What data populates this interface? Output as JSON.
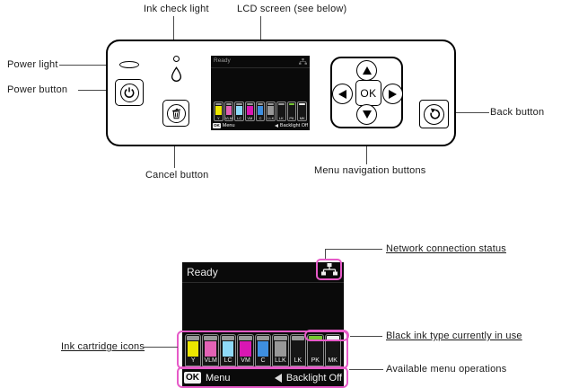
{
  "diagram": {
    "top_labels": {
      "ink_check_light": "Ink check light",
      "lcd_screen": "LCD screen (see below)",
      "power_light": "Power light",
      "power_button": "Power button",
      "cancel_button": "Cancel button",
      "menu_navigation_buttons": "Menu navigation buttons",
      "back_button": "Back button"
    },
    "bottom_labels": {
      "ink_cartridge_icons": "Ink cartridge icons",
      "network_connection_status": "Network connection status",
      "black_ink_type": "Black ink type currently in use",
      "available_menu_operations": "Available menu operations"
    }
  },
  "panel": {
    "ok_button_label": "OK"
  },
  "lcd": {
    "status": "Ready",
    "menu": {
      "ok_key": "OK",
      "ok_action": "Menu",
      "back_action": "Backlight Off"
    },
    "cartridges": [
      {
        "label": "Y",
        "color": "#ece600"
      },
      {
        "label": "VLM",
        "color": "#e362b5"
      },
      {
        "label": "LC",
        "color": "#8ed9f7"
      },
      {
        "label": "VM",
        "color": "#d917b3"
      },
      {
        "label": "C",
        "color": "#3e8fe0"
      },
      {
        "label": "LLK",
        "color": "#989898"
      },
      {
        "label": "LK",
        "color": "#161616"
      },
      {
        "label": "PK",
        "color": "#161616",
        "indicator": "#76c832"
      },
      {
        "label": "MK",
        "color": "#161616",
        "indicator": "#f0f0f0"
      }
    ]
  },
  "icons": {
    "power": "power-icon",
    "ink_drop": "ink-drop-icon",
    "cancel": "trash-icon",
    "back": "back-arrow-icon",
    "network": "network-icon",
    "left_key": "left-arrow-key-icon"
  },
  "colors": {
    "highlight_pink": "#e65ac8",
    "pk_indicator_green": "#76c832",
    "mk_indicator_white": "#f0f0f0",
    "lcd_background": "#0a0a0a"
  }
}
